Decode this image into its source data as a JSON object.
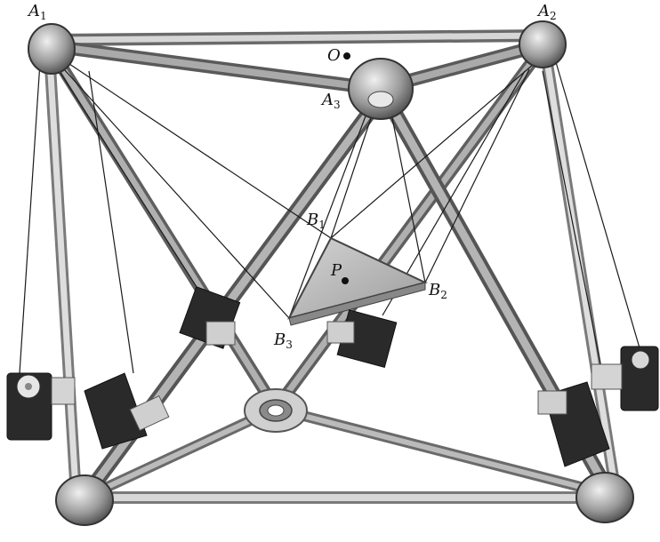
{
  "labels": {
    "A1": {
      "main": "A",
      "sub": "1"
    },
    "A2": {
      "main": "A",
      "sub": "2"
    },
    "A3": {
      "main": "A",
      "sub": "3"
    },
    "O": {
      "main": "O",
      "sub": ""
    },
    "B1": {
      "main": "B",
      "sub": "1"
    },
    "B2": {
      "main": "B",
      "sub": "2"
    },
    "B3": {
      "main": "B",
      "sub": "3"
    },
    "P": {
      "main": "P",
      "sub": ""
    }
  },
  "colors": {
    "strut_fill": "#bdbdbd",
    "strut_dark": "#6e6e6e",
    "joint_fill": "#9a9a9a",
    "cable": "#1a1a1a",
    "platform": "#b8b8b8",
    "motor": "#2a2a2a",
    "bracket": "#cfcfcf"
  }
}
